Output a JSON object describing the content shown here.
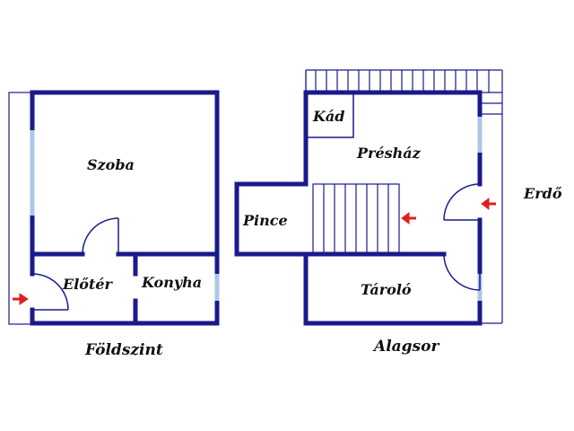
{
  "floors": [
    {
      "caption": "Földszint",
      "rooms": [
        {
          "name": "Szoba"
        },
        {
          "name": "Előtér"
        },
        {
          "name": "Konyha"
        }
      ]
    },
    {
      "caption": "Alagsor",
      "rooms": [
        {
          "name": "Kád"
        },
        {
          "name": "Présház"
        },
        {
          "name": "Pince"
        },
        {
          "name": "Tároló"
        }
      ]
    }
  ],
  "outside_label": "Erdő",
  "colors": {
    "wall": "#1a1a8c",
    "window": "#aac8e8",
    "entrance_arrow": "#e02020",
    "thin_line": "#1a1a8c"
  }
}
